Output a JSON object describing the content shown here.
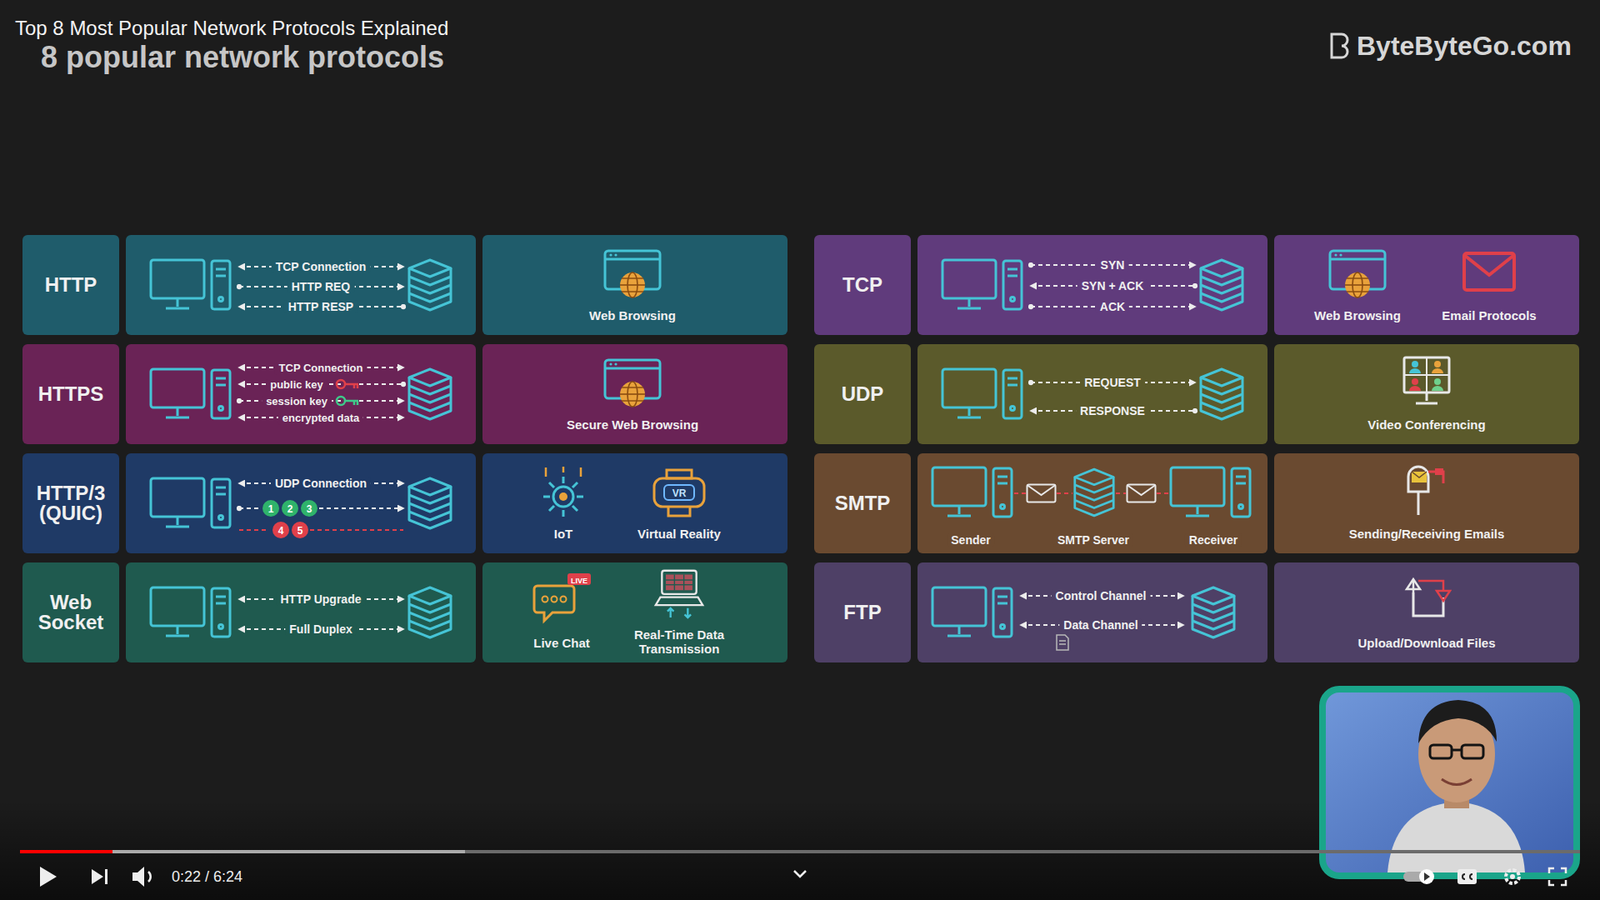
{
  "diagram": {
    "title": "8 popular network protocols",
    "nodes": [
      {
        "text": [
          "HTTP"
        ]
      },
      {
        "text": [
          "TCP Connection",
          "HTTP REQ",
          "HTTP RESP"
        ]
      },
      {
        "text": [
          "Web Browsing"
        ]
      },
      {
        "text": [
          "HTTPS"
        ]
      },
      {
        "text": [
          "TCP Connection",
          "public key",
          "session key",
          "encrypted data"
        ]
      },
      {
        "text": [
          "Secure Web Browsing"
        ]
      },
      {
        "text": [
          "HTTP/3 (QUIC)"
        ]
      },
      {
        "text": [
          "UDP Connection"
        ]
      },
      {
        "text": [
          "1"
        ],
        "in": 7
      },
      {
        "text": [
          "2"
        ],
        "in": 7
      },
      {
        "text": [
          "3"
        ],
        "in": 7
      },
      {
        "text": [
          "4"
        ],
        "in": 7
      },
      {
        "text": [
          "5"
        ],
        "in": 7
      },
      {
        "text": [
          "IoT",
          "Virtual Reality"
        ]
      },
      {
        "text": [
          "Web Socket"
        ]
      },
      {
        "text": [
          "HTTP Upgrade",
          "Full Duplex"
        ]
      },
      {
        "text": [
          "Live Chat",
          "Real-Time Data Transmission"
        ]
      },
      {
        "text": [
          "TCP"
        ]
      },
      {
        "text": [
          "SYN",
          "SYN + ACK",
          "ACK"
        ]
      },
      {
        "text": [
          "Web Browsing",
          "Email Protocols"
        ]
      },
      {
        "text": [
          "UDP"
        ]
      },
      {
        "text": [
          "REQUEST",
          "RESPONSE"
        ]
      },
      {
        "text": [
          "Video Conferencing"
        ]
      },
      {
        "text": [
          "SMTP"
        ]
      },
      {
        "text": [
          "Sender",
          "SMTP Server",
          "Receiver"
        ]
      },
      {
        "text": [
          "Sending/Receiving Emails"
        ]
      },
      {
        "text": [
          "FTP"
        ]
      },
      {
        "text": [
          "Control Channel",
          "Data Channel"
        ]
      },
      {
        "text": [
          "Upload/Download Files"
        ]
      }
    ],
    "labels": [
      "Top 8 Most Popular Network Protocols Explained",
      "ByteByteGo.com",
      "VR",
      "LIVE",
      "0:22 / 6:24"
    ]
  }
}
